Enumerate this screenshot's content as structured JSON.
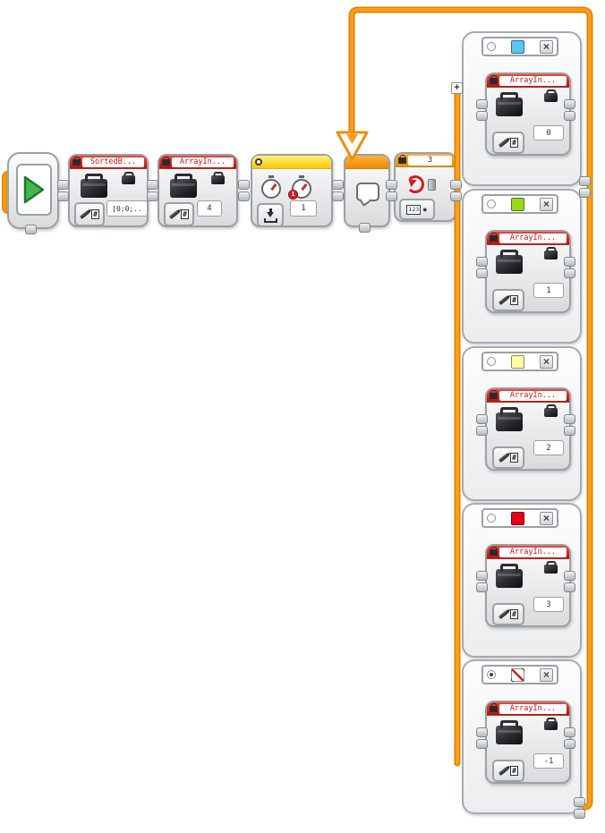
{
  "colors": {
    "wire_orange": "#F79A00",
    "data_block_header": "#D8211A",
    "wait_block_header": "#FFD500",
    "flow_block_header": "#FF9C00"
  },
  "glyphs": {
    "close": "×",
    "plus": "+",
    "hash": "#",
    "counter": "123",
    "dot": "●"
  },
  "main_row": {
    "sorted_block": {
      "label": "SortedB...",
      "value": "[0;0;.."
    },
    "array_block": {
      "label": "ArrayIn...",
      "value": "4"
    },
    "wait_block": {
      "value": "1",
      "badge": "1"
    },
    "loop_block": {
      "count": "3"
    }
  },
  "switch": {
    "cases": [
      {
        "name": "blue",
        "color": "#54C8F0",
        "selected": false,
        "block_label": "ArrayIn...",
        "value": "0"
      },
      {
        "name": "green",
        "color": "#9CD719",
        "selected": false,
        "block_label": "ArrayIn...",
        "value": "1"
      },
      {
        "name": "yellow",
        "color": "#FDFCA3",
        "selected": false,
        "block_label": "ArrayIn...",
        "value": "2"
      },
      {
        "name": "red",
        "color": "#E30016",
        "selected": false,
        "block_label": "ArrayIn...",
        "value": "3"
      },
      {
        "name": "none",
        "color": "none",
        "selected": true,
        "block_label": "ArrayIn...",
        "value": "-1"
      }
    ]
  }
}
